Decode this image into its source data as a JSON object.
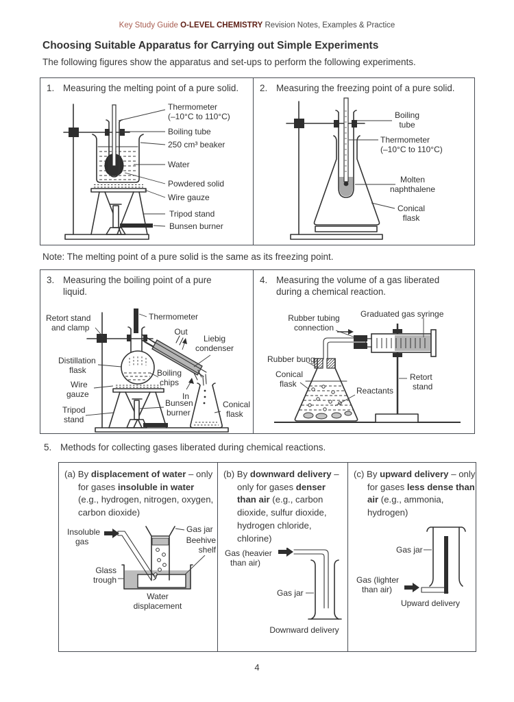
{
  "colors": {
    "brand_light": "#a85c50",
    "brand_dark": "#5e1f15",
    "border": "#474b52",
    "diagram_gray": "#b5b5b5"
  },
  "header": {
    "brand": "Key Study Guide",
    "series": "O-LEVEL CHEMISTRY",
    "tagline": "Revision Notes, Examples & Practice"
  },
  "heading": {
    "title": "Choosing Suitable Apparatus for Carrying out Simple Experiments",
    "intro": "The following figures show the apparatus and set-ups to perform the following experiments."
  },
  "note": "Note: The melting point of a pure solid is the same as its freezing point.",
  "section5": {
    "number": "5.",
    "text": "Methods for collecting gases liberated during chemical reactions."
  },
  "footer": {
    "page_number": "4"
  },
  "fig1": {
    "number": "1.",
    "title": "Measuring the melting point of a pure solid.",
    "labels": {
      "thermometer_1": "Thermometer",
      "thermometer_2": "(–10°C to 110°C)",
      "boiling_tube": "Boiling tube",
      "beaker": "250 cm³ beaker",
      "water": "Water",
      "powdered_solid": "Powdered solid",
      "wire_gauze": "Wire gauze",
      "tripod_stand": "Tripod stand",
      "bunsen_burner": "Bunsen burner"
    }
  },
  "fig2": {
    "number": "2.",
    "title": "Measuring the freezing point of a pure solid.",
    "labels": {
      "boiling_1": "Boiling",
      "boiling_2": "tube",
      "thermometer_1": "Thermometer",
      "thermometer_2": "(–10°C to 110°C)",
      "molten_1": "Molten",
      "molten_2": "naphthalene",
      "conical_1": "Conical",
      "conical_2": "flask"
    }
  },
  "fig3": {
    "number": "3.",
    "title": "Measuring the boiling point of a pure liquid.",
    "labels": {
      "retort_1": "Retort stand",
      "retort_2": "and clamp",
      "thermometer": "Thermometer",
      "out": "Out",
      "liebig_1": "Liebig",
      "liebig_2": "condenser",
      "distillation_1": "Distillation",
      "distillation_2": "flask",
      "chips_1": "Boiling",
      "chips_2": "chips",
      "in": "In",
      "gauze_1": "Wire",
      "gauze_2": "gauze",
      "tripod_1": "Tripod",
      "tripod_2": "stand",
      "bunsen_1": "Bunsen",
      "bunsen_2": "burner",
      "conical_1": "Conical",
      "conical_2": "flask"
    }
  },
  "fig4": {
    "number": "4.",
    "title": "Measuring the volume of a gas liberated during a chemical reaction.",
    "labels": {
      "tubing_1": "Rubber tubing",
      "tubing_2": "connection",
      "syringe": "Graduated gas syringe",
      "bung": "Rubber bung",
      "conical_1": "Conical",
      "conical_2": "flask",
      "reactants": "Reactants",
      "retort_1": "Retort",
      "retort_2": "stand"
    }
  },
  "methods": {
    "a": {
      "tag": "(a) By ",
      "bold1": "displacement of water",
      "mid": " – only for gases ",
      "bold2": "insoluble in water",
      "rest": " (e.g., hydrogen, nitrogen, oxygen, carbon dioxide)",
      "labels": {
        "gas_1": "Insoluble",
        "gas_2": "gas",
        "jar": "Gas jar",
        "shelf_1": "Beehive",
        "shelf_2": "shelf",
        "trough_1": "Glass",
        "trough_2": "trough",
        "caption_1": "Water",
        "caption_2": "displacement"
      }
    },
    "b": {
      "tag": "(b) By ",
      "bold1": "downward delivery",
      "mid": " – only for gases ",
      "bold2": "denser than air",
      "rest": " (e.g., carbon dioxide, sulfur dioxide, hydrogen chloride, chlorine)",
      "labels": {
        "gas_1": "Gas (heavier",
        "gas_2": "than air)",
        "jar": "Gas jar",
        "caption": "Downward delivery"
      }
    },
    "c": {
      "tag": "(c) By ",
      "bold1": "upward delivery",
      "mid": " – only for gases ",
      "bold2": "less dense than air",
      "rest": " (e.g., ammonia, hydrogen)",
      "labels": {
        "jar": "Gas jar",
        "gas_1": "Gas (lighter",
        "gas_2": "than air)",
        "caption": "Upward delivery"
      }
    }
  }
}
